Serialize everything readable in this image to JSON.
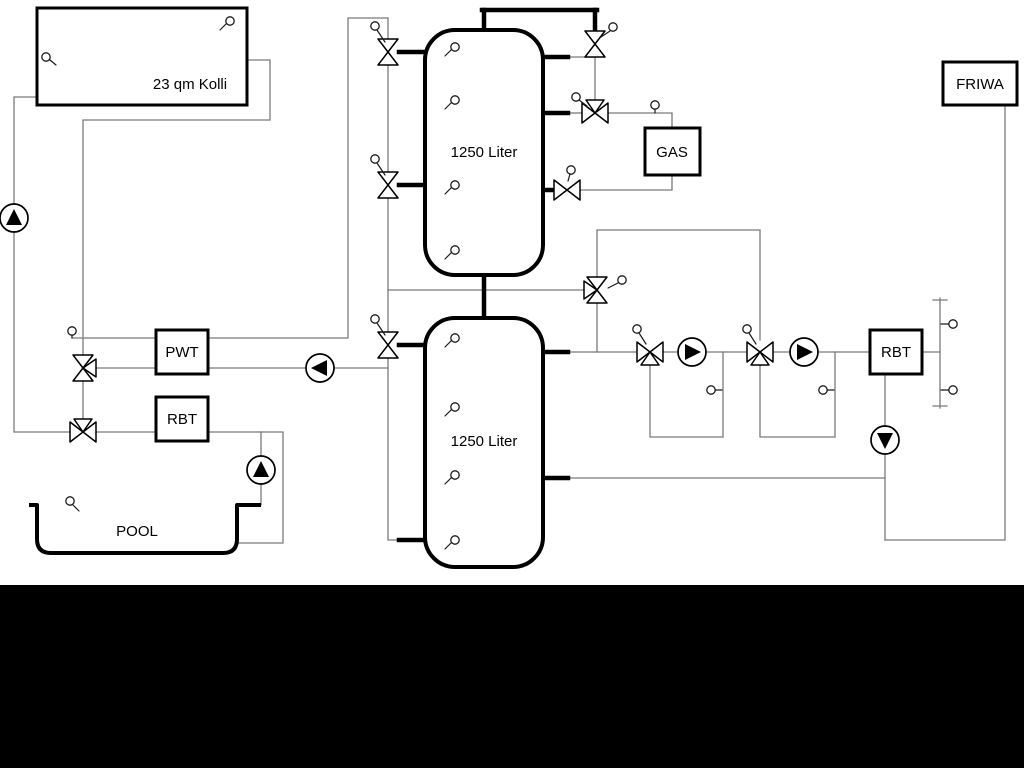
{
  "labels": {
    "collector": "23 qm Kolli",
    "tank_top": "1250 Liter",
    "tank_bottom": "1250 Liter",
    "gas": "GAS",
    "friwa": "FRIWA",
    "pwt": "PWT",
    "rbt_left": "RBT",
    "rbt_right": "RBT",
    "pool": "POOL"
  },
  "colors": {
    "pipe": "#7b7b7b",
    "component": "#000000",
    "background": "#ffffff",
    "letterbox": "#000000"
  }
}
